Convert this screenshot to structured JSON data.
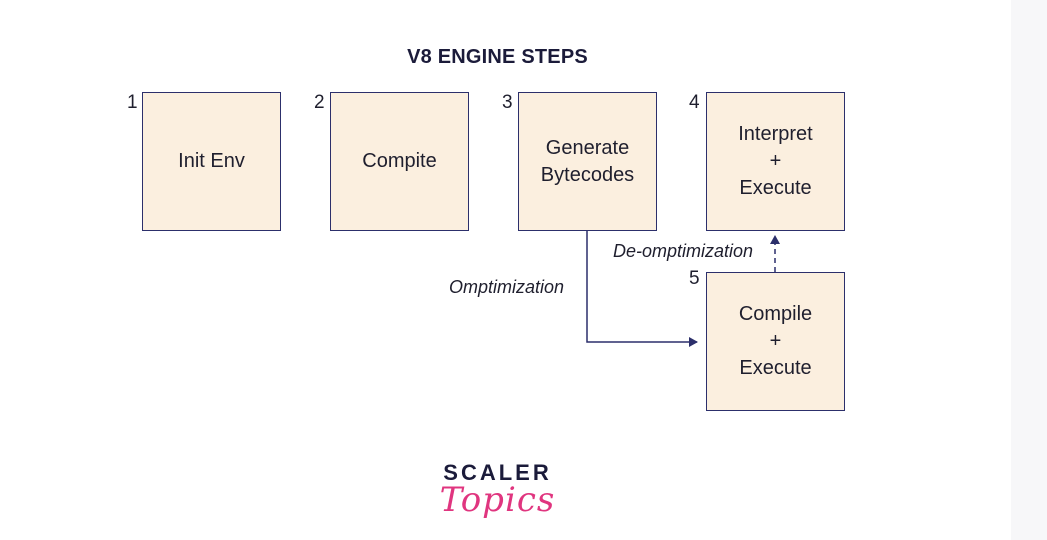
{
  "diagram": {
    "title": "V8 ENGINE STEPS",
    "steps": [
      {
        "number": "1",
        "lines": [
          "Init Env"
        ]
      },
      {
        "number": "2",
        "lines": [
          "Compite"
        ]
      },
      {
        "number": "3",
        "lines": [
          "Generate",
          "Bytecodes"
        ]
      },
      {
        "number": "4",
        "lines": [
          "Interpret",
          "+",
          "Execute"
        ]
      },
      {
        "number": "5",
        "lines": [
          "Compile",
          "+",
          "Execute"
        ]
      }
    ],
    "edges": {
      "optimization_label": "Omptimization",
      "deoptimization_label": "De-omptimization"
    }
  },
  "logo": {
    "top": "SCALER",
    "bottom": "Topics"
  },
  "colors": {
    "box_fill": "#fbefdf",
    "box_border": "#2c2f6b",
    "arrow": "#2c2f6b",
    "logo_accent": "#e0357f"
  }
}
